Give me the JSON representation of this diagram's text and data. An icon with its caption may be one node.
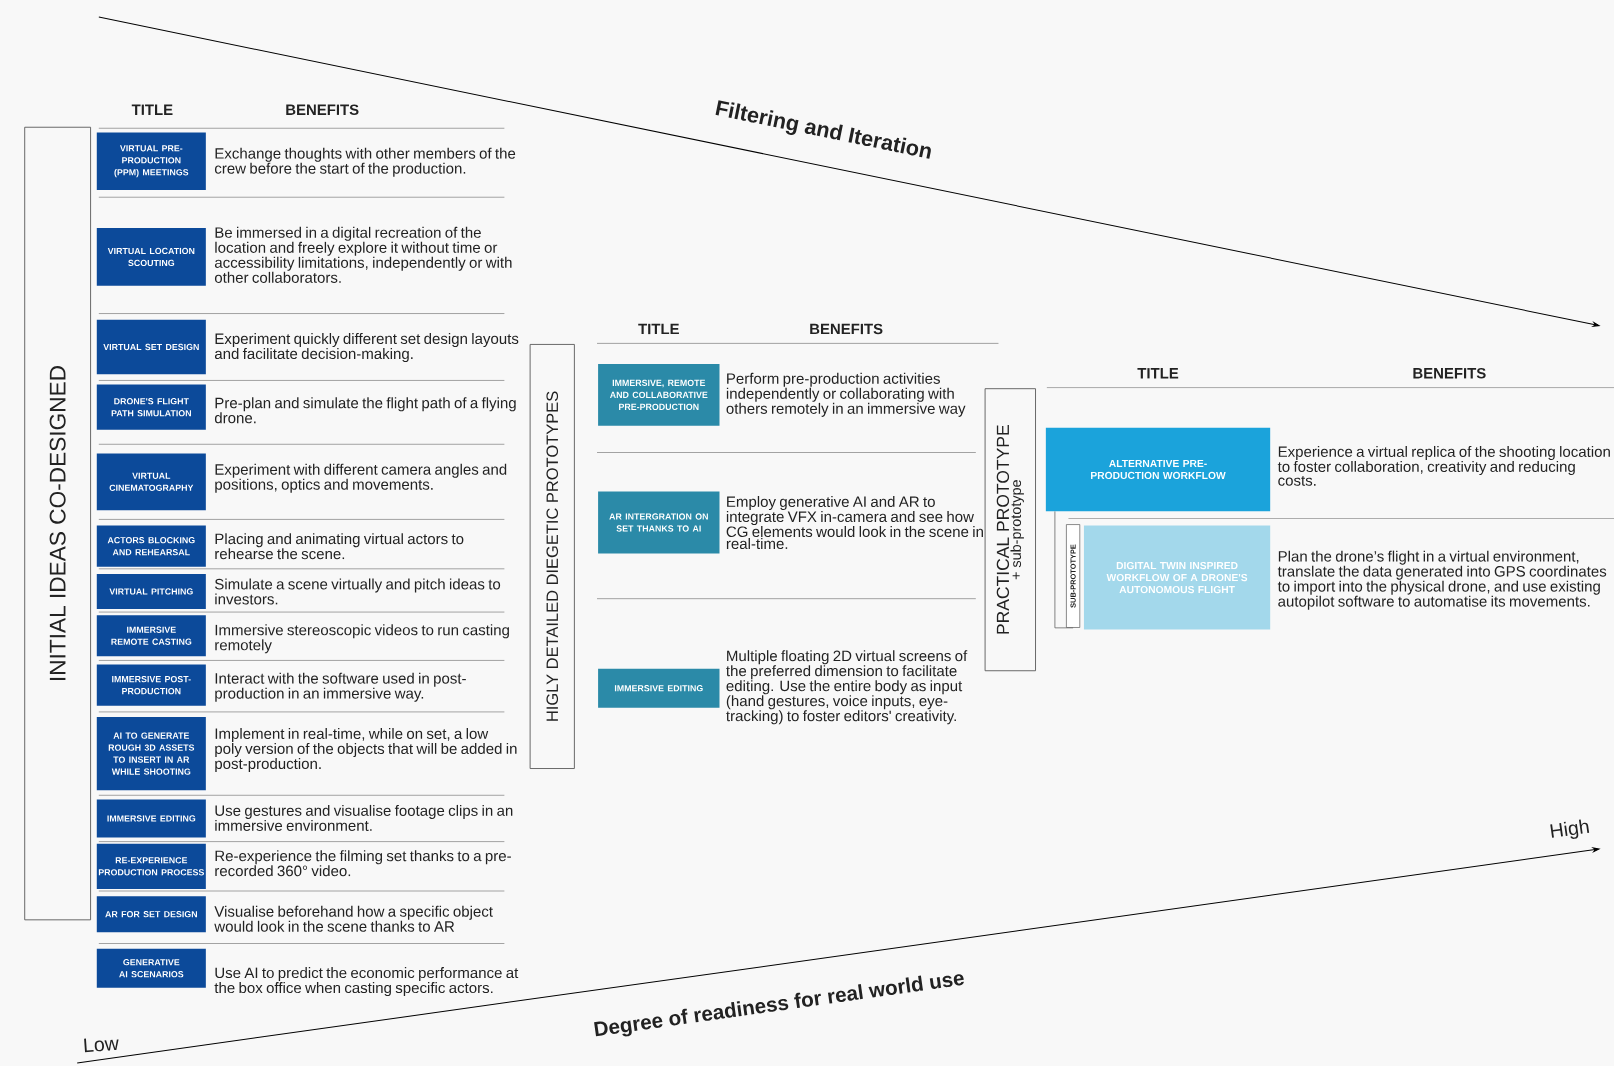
{
  "diagram": {
    "nodes": [
      {
        "text": [
          "INITIAL IDEAS CO-DESIGNED"
        ]
      },
      {
        "text": [
          "VIRTUAL PRE-PRODUCTION (PPM) MEETINGS"
        ],
        "beside": [
          "Exchange thoughts with other members of the crew before the start of the production."
        ]
      },
      {
        "text": [
          "VIRTUAL LOCATION SCOUTING"
        ],
        "beside": [
          "Be immersed in a digital recreation of the location and freely explore it without time or accessibility limitations, independently or with other collaborators."
        ]
      },
      {
        "text": [
          "VIRTUAL SET DESIGN"
        ],
        "beside": [
          "Experiment quickly different set design layouts and facilitate decision-making."
        ]
      },
      {
        "text": [
          "DRONE'S FLIGHT PATH SIMULATION"
        ],
        "beside": [
          "Pre-plan and simulate the flight path of a flying drone."
        ]
      },
      {
        "text": [
          "VIRTUAL CINEMATOGRAPHY"
        ],
        "beside": [
          "Experiment with different camera angles and positions, optics and movements."
        ]
      },
      {
        "text": [
          "ACTORS BLOCKING AND REHEARSAL"
        ],
        "beside": [
          "Placing and animating virtual actors to rehearse the scene."
        ]
      },
      {
        "text": [
          "VIRTUAL PITCHING"
        ],
        "beside": [
          "Simulate a scene virtually and pitch ideas to investors."
        ]
      },
      {
        "text": [
          "IMMERSIVE REMOTE CASTING"
        ],
        "beside": [
          "Immersive stereoscopic videos to run casting remotely"
        ]
      },
      {
        "text": [
          "IMMERSIVE POST-PRODUCTION"
        ],
        "beside": [
          "Interact with the software used in post-production in an immersive way."
        ]
      },
      {
        "text": [
          "AI TO GENERATE ROUGH 3D ASSETS TO INSERT IN AR WHILE SHOOTING"
        ],
        "beside": [
          "Implement in real-time, while on set, a low poly version of the objects that will be added in post-production."
        ]
      },
      {
        "text": [
          "IMMERSIVE EDITING"
        ],
        "beside": [
          "Use gestures and visualise footage clips in an immersive environment."
        ]
      },
      {
        "text": [
          "RE-EXPERIENCE PRODUCTION PROCESS"
        ],
        "beside": [
          "Re-experience the filming set thanks to a pre-recorded 360° video."
        ]
      },
      {
        "text": [
          "AR FOR SET DESIGN"
        ],
        "beside": [
          "Visualise beforehand how a specific object would look in the scene thanks to AR"
        ]
      },
      {
        "text": [
          "GENERATIVE AI SCENARIOS"
        ],
        "beside": [
          "Use AI to predict the economic performance at the box office when casting specific actors."
        ]
      },
      {
        "text": [
          "HIGLY DETAILED DIEGETIC PROTOTYPES"
        ]
      },
      {
        "text": [
          "IMMERSIVE, REMOTE AND COLLABORATIVE PRE-PRODUCTION"
        ],
        "beside": [
          "Perform pre-production activities independently or collaborating with others remotely in an immersive way"
        ]
      },
      {
        "text": [
          "AR INTERGRATION ON SET THANKS TO AI"
        ],
        "beside": [
          "Employ generative AI and AR to integrate VFX in-camera and see how CG elements would look in the scene in real-time."
        ]
      },
      {
        "text": [
          "IMMERSIVE EDITING"
        ],
        "beside": [
          "Multiple floating 2D virtual screens of the preferred dimension to facilitate editing. Use the entire body as input (hand gestures, voice inputs, eye-tracking) to foster editors' creativity."
        ]
      },
      {
        "text": [
          "PRACTICAL PROTOTYPE",
          "+ sub-prototype"
        ]
      },
      {
        "text": [
          "ALTERNATIVE PRE-PRODUCTION WORKFLOW"
        ],
        "beside": [
          "Experience a virtual replica of the shooting location to foster collaboration, creativity and reducing costs."
        ]
      },
      {
        "text": [
          "SUB-PROTOTYPE"
        ]
      },
      {
        "text": [
          "DIGITAL TWIN INSPIRED WORKFLOW OF A DRONE'S AUTONOMOUS FLIGHT"
        ],
        "beside": [
          "Plan the drone’s flight in a virtual environment, translate the data generated into GPS coordinates to import into the physical drone, and use existing autopilot software to automatise its movements."
        ]
      }
    ],
    "edges": [
      {
        "from": 20,
        "to": 21,
        "arrow": "none"
      }
    ],
    "labels": [
      "Filtering and Iteration",
      "TITLE",
      "BENEFITS",
      "TITLE",
      "BENEFITS",
      "TITLE",
      "BENEFITS",
      "High",
      "Degree of readiness for real world use",
      "Low"
    ]
  }
}
